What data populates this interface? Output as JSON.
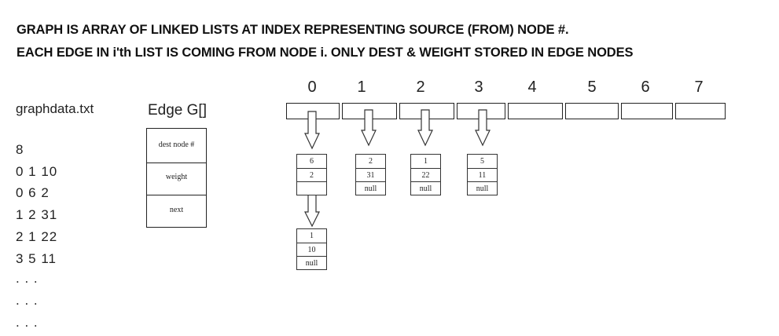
{
  "header": {
    "line1": "GRAPH IS ARRAY OF LINKED LISTS AT INDEX REPRESENTING SOURCE (FROM)  NODE #.",
    "line2": "EACH EDGE IN i'th LIST IS COMING FROM NODE i. ONLY DEST & WEIGHT STORED IN EDGE NODES"
  },
  "file": {
    "title": "graphdata.txt",
    "lines": [
      "8",
      "0  1  10",
      "0  6  2",
      "1  2  31",
      "2  1  22",
      "3  5  11",
      ". . .",
      ". . .",
      ". . ."
    ]
  },
  "edge_legend": {
    "title": "Edge  G[]",
    "fields": [
      "dest node #",
      "weight",
      "next"
    ]
  },
  "array": {
    "indices": [
      "0",
      "1",
      "2",
      "3",
      "4",
      "5",
      "6",
      "7"
    ]
  },
  "lists": [
    {
      "index": "0",
      "nodes": [
        [
          "6",
          "2",
          ""
        ],
        [
          "1",
          "10",
          "null"
        ]
      ]
    },
    {
      "index": "1",
      "nodes": [
        [
          "2",
          "31",
          "null"
        ]
      ]
    },
    {
      "index": "2",
      "nodes": [
        [
          "1",
          "22",
          "null"
        ]
      ]
    },
    {
      "index": "3",
      "nodes": [
        [
          "5",
          "11",
          "null"
        ]
      ]
    }
  ]
}
